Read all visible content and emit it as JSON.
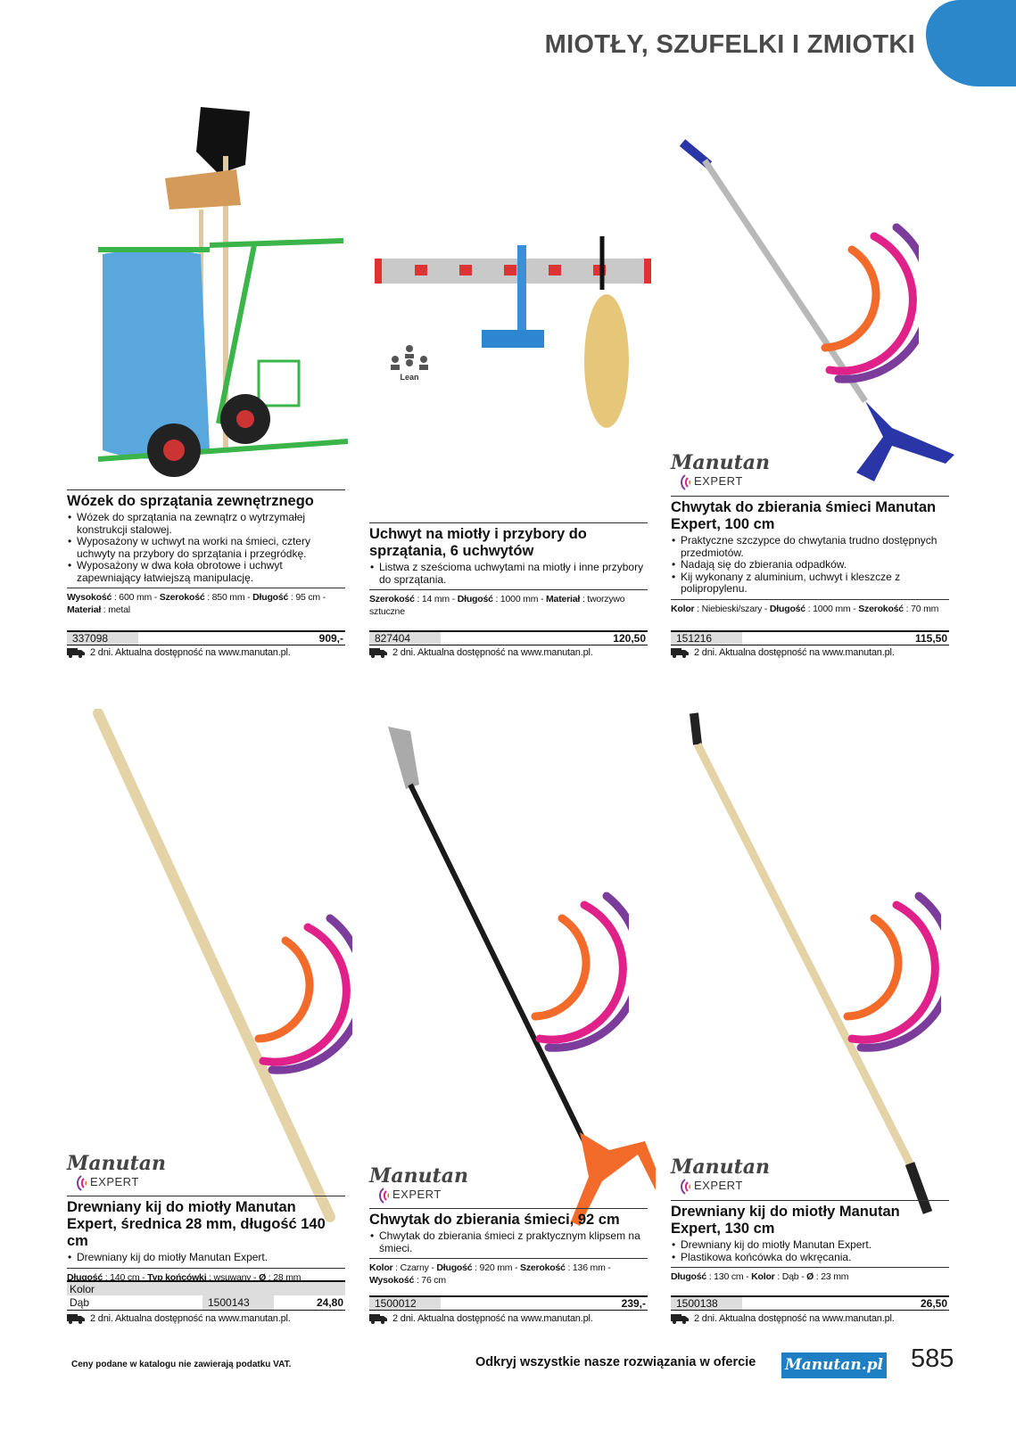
{
  "header": {
    "title": "MIOTŁY, SZUFELKI I ZMIOTKI"
  },
  "brand": {
    "logo_text": "Manutan",
    "logo_sub": "EXPERT",
    "lean_label": "Lean"
  },
  "colors": {
    "accent": "#2b87c9",
    "arc_orange": "#f26b2a",
    "arc_pink": "#e0218a",
    "arc_purple": "#7b3c9c"
  },
  "products": [
    {
      "title": "Wózek do sprzątania zewnętrznego",
      "bullets": [
        "Wózek do sprzątania na zewnątrz o wytrzymałej konstrukcji stalowej.",
        "Wyposażony w uchwyt na worki na śmieci, cztery uchwyty na przybory do sprzątania i przegródkę.",
        "Wyposażony w dwa koła obrotowe i uchwyt zapewniający łatwiejszą manipulację."
      ],
      "specs": [
        {
          "k": "Wysokość",
          "v": " : 600 mm - "
        },
        {
          "k": "Szerokość",
          "v": " : 850 mm - "
        },
        {
          "k": "Długość",
          "v": " : 95 cm - "
        },
        {
          "k": "Materiał",
          "v": " : metal"
        }
      ],
      "code": "337098",
      "price": "909,-",
      "delivery": "2 dni. Aktualna dostępność na www.manutan.pl."
    },
    {
      "title": "Uchwyt na miotły i przybory do sprzątania, 6 uchwytów",
      "bullets": [
        "Listwa z sześcioma uchwytami na miotły i inne przybory do sprzątania."
      ],
      "specs": [
        {
          "k": "Szerokość",
          "v": " : 14 mm - "
        },
        {
          "k": "Długość",
          "v": " : 1000 mm - "
        },
        {
          "k": "Materiał",
          "v": " : tworzywo sztuczne"
        }
      ],
      "code": "827404",
      "price": "120,50",
      "delivery": "2 dni. Aktualna dostępność na www.manutan.pl."
    },
    {
      "title": "Chwytak do zbierania śmieci Manutan Expert, 100 cm",
      "bullets": [
        "Praktyczne szczypce do chwytania trudno dostępnych przedmiotów.",
        "Nadają się do zbierania odpadków.",
        "Kij wykonany z aluminium, uchwyt i kleszcze z polipropylenu."
      ],
      "specs": [
        {
          "k": "Kolor",
          "v": " : Niebieski/szary - "
        },
        {
          "k": "Długość",
          "v": " : 1000 mm - "
        },
        {
          "k": "Szerokość",
          "v": " : 70 mm"
        }
      ],
      "code": "151216",
      "price": "115,50",
      "delivery": "2 dni. Aktualna dostępność na www.manutan.pl."
    },
    {
      "title": "Drewniany kij do miotły Manutan Expert, średnica 28 mm, długość 140 cm",
      "bullets": [
        "Drewniany kij do miotły Manutan Expert."
      ],
      "specs": [
        {
          "k": "Długość",
          "v": " : 140 cm - "
        },
        {
          "k": "Typ końcówki",
          "v": " : wsuwany - "
        },
        {
          "k": "Ø",
          "v": " : 28 mm"
        }
      ],
      "table_header": "Kolor",
      "variant": "Dąb",
      "code": "1500143",
      "price": "24,80",
      "delivery": "2 dni. Aktualna dostępność na www.manutan.pl."
    },
    {
      "title": "Chwytak do zbierania śmieci, 92 cm",
      "bullets": [
        "Chwytak do zbierania śmieci z praktycznym klipsem na śmieci."
      ],
      "specs": [
        {
          "k": "Kolor",
          "v": " : Czarny - "
        },
        {
          "k": "Długość",
          "v": " : 920 mm - "
        },
        {
          "k": "Szerokość",
          "v": " : 136 mm - "
        },
        {
          "k": "Wysokość",
          "v": " : 76 cm"
        }
      ],
      "code": "1500012",
      "price": "239,-",
      "delivery": "2 dni. Aktualna dostępność na www.manutan.pl."
    },
    {
      "title": "Drewniany kij do miotły Manutan Expert, 130 cm",
      "bullets": [
        "Drewniany kij do miotły Manutan Expert.",
        "Plastikowa końcówka do wkręcania."
      ],
      "specs": [
        {
          "k": "Długość",
          "v": " : 130 cm - "
        },
        {
          "k": "Kolor",
          "v": " : Dąb - "
        },
        {
          "k": "Ø",
          "v": " : 23 mm"
        }
      ],
      "code": "1500138",
      "price": "26,50",
      "delivery": "2 dni. Aktualna dostępność na www.manutan.pl."
    }
  ],
  "footer": {
    "vat_note": "Ceny podane w katalogu nie zawierają podatku VAT.",
    "cta": "Odkryj wszystkie nasze rozwiązania w ofercie",
    "badge": "Manutan.pl",
    "page_number": "585"
  }
}
